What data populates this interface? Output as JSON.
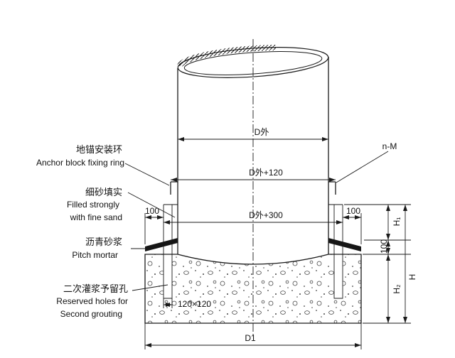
{
  "page": {
    "background": "#ffffff",
    "line_color": "#1a1a1a"
  },
  "callouts": {
    "anchor_ring": {
      "zh": "地锚安装环",
      "en": "Anchor block fixing ring"
    },
    "fine_sand": {
      "zh": "细砂填实",
      "en1": "Filled strongly",
      "en2": "with fine sand"
    },
    "pitch_mortar": {
      "zh": "沥青砂浆",
      "en": "Pitch mortar"
    },
    "grout_holes": {
      "zh": "二次灌浆予留孔",
      "en1": "Reserved holes for",
      "en2": "Second grouting"
    },
    "bolts": "n-M"
  },
  "dimensions": {
    "pipe_outer_dia": "D外",
    "ring_dia": "D外+120",
    "pocket_dia": "D外+300",
    "edge_left": "100",
    "edge_right": "100",
    "mortar_thickness": "100",
    "h1": "H₁",
    "h2": "H₂",
    "h_total": "H",
    "hole_size": "120×120",
    "foundation_width": "D1"
  }
}
